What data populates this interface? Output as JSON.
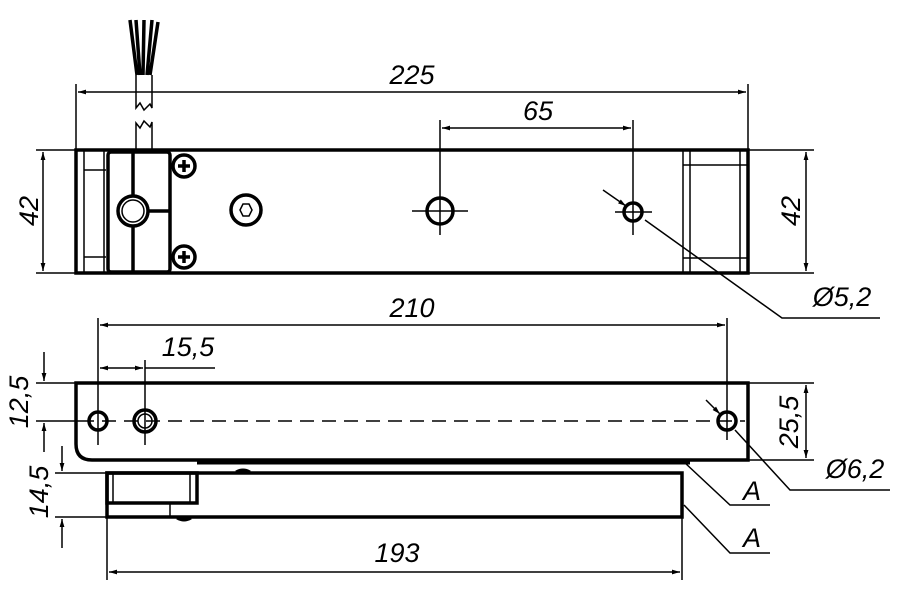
{
  "drawing": {
    "top_view": {
      "overall_length": "225",
      "hole_spacing": "65",
      "height_left": "42",
      "height_right": "42",
      "hole_diameter": "Ø5,2"
    },
    "side_view": {
      "hole_span": "210",
      "offset": "15,5",
      "hole_height": "12,5",
      "body_height": "25,5",
      "hole_diameter": "Ø6,2",
      "section_mark_upper": "A"
    },
    "bottom_view": {
      "height": "14,5",
      "length": "193",
      "section_mark_lower": "A"
    }
  }
}
